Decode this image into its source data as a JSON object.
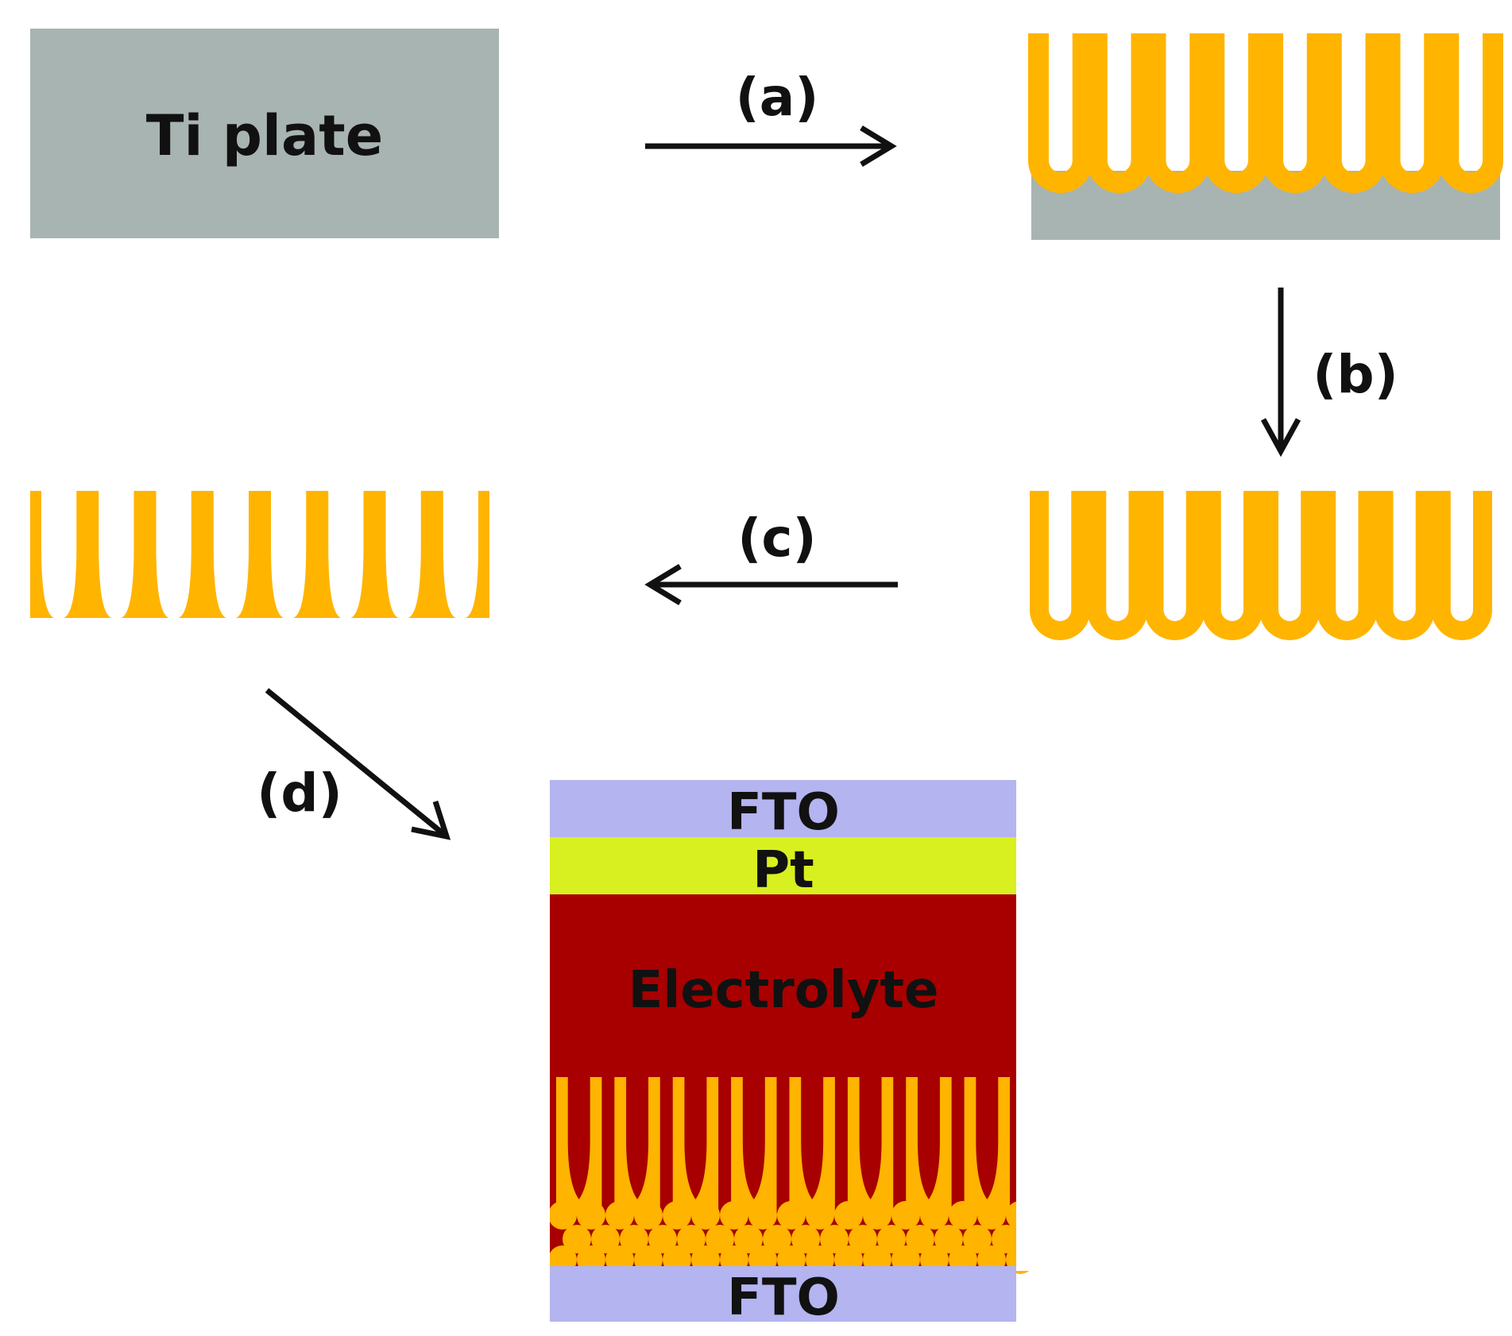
{
  "labels": {
    "ti_plate": "Ti plate",
    "step_a": "(a)",
    "step_b": "(b)",
    "step_c": "(c)",
    "step_d": "(d)"
  },
  "device": {
    "top_fto": "FTO",
    "pt": "Pt",
    "electrolyte": "Electrolyte",
    "bottom_fto": "FTO"
  },
  "colors": {
    "ti": "#a8b4b2",
    "tio2": "#ffb400",
    "fto": "#b4b4f0",
    "pt": "#d8f020",
    "electrolyte": "#a80000",
    "arrow": "#111111"
  }
}
